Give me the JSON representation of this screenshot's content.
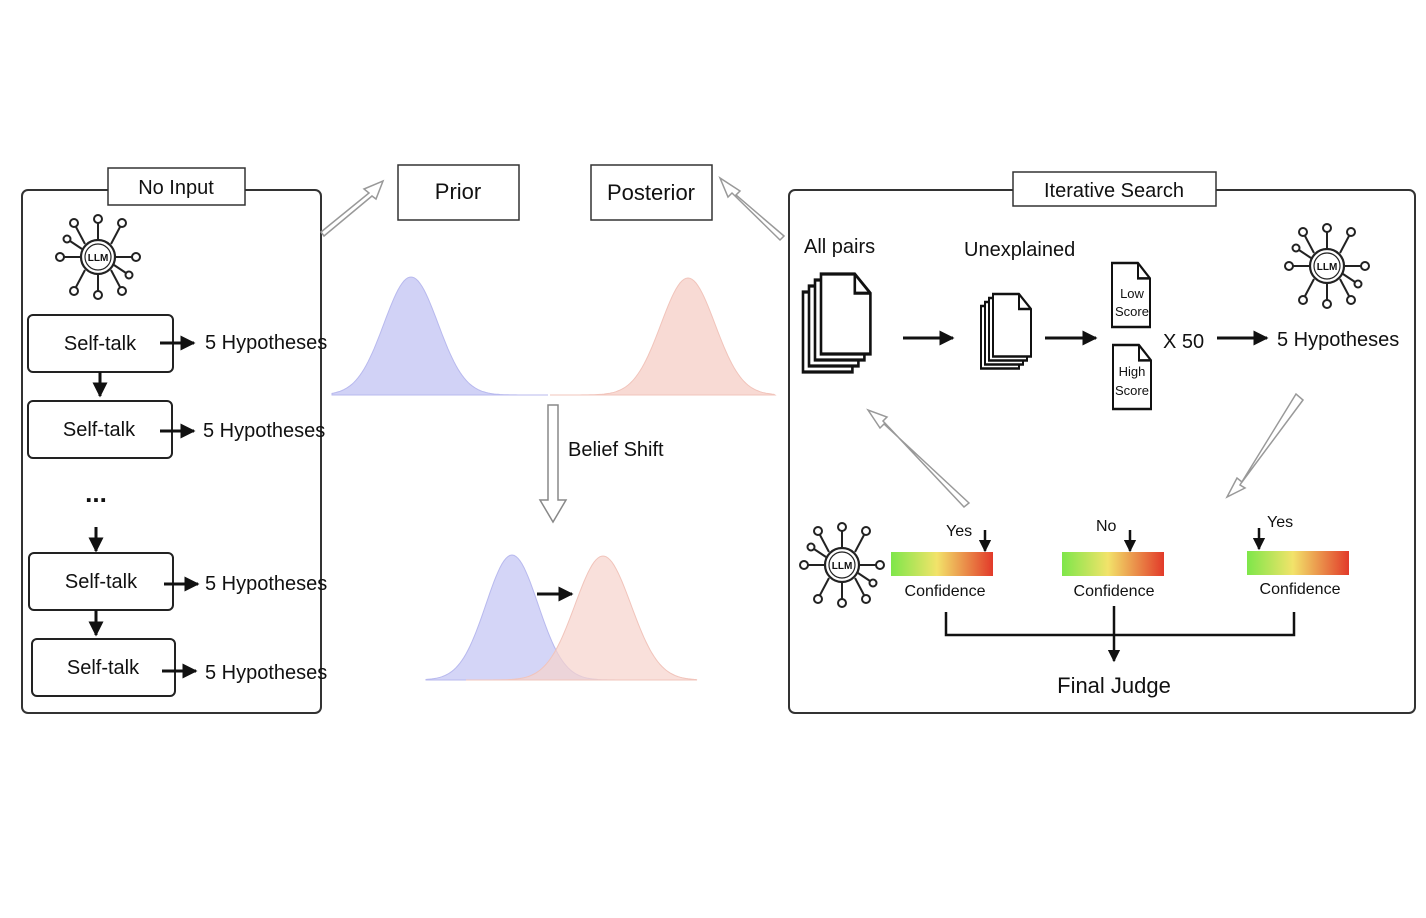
{
  "left_panel": {
    "title": "No Input",
    "llm_label": "LLM",
    "steps": [
      {
        "step": "Self-talk",
        "output": "5 Hypotheses"
      },
      {
        "step": "Self-talk",
        "output": "5 Hypotheses"
      },
      {
        "step": "Self-talk",
        "output": "5 Hypotheses"
      },
      {
        "step": "Self-talk",
        "output": "5 Hypotheses"
      }
    ],
    "ellipsis": "..."
  },
  "middle": {
    "prior_label": "Prior",
    "posterior_label": "Posterior",
    "belief_shift_label": "Belief Shift",
    "colors": {
      "prior": "#c9caf5",
      "posterior": "#f7d3cc"
    }
  },
  "right_panel": {
    "title": "Iterative Search",
    "all_pairs_label": "All pairs",
    "unexplained_label": "Unexplained",
    "low_score_line1": "Low",
    "low_score_line2": "Score",
    "high_score_line1": "High",
    "high_score_line2": "Score",
    "multiplier": "X 50",
    "hypotheses_label": "5 Hypotheses",
    "llm_label": "LLM",
    "judges": [
      {
        "answer": "Yes",
        "label": "Confidence"
      },
      {
        "answer": "No",
        "label": "Confidence"
      },
      {
        "answer": "Yes",
        "label": "Confidence"
      }
    ],
    "final_label": "Final Judge",
    "gradient_colors": [
      "#7ee64a",
      "#f2e36a",
      "#e23a2a"
    ]
  }
}
